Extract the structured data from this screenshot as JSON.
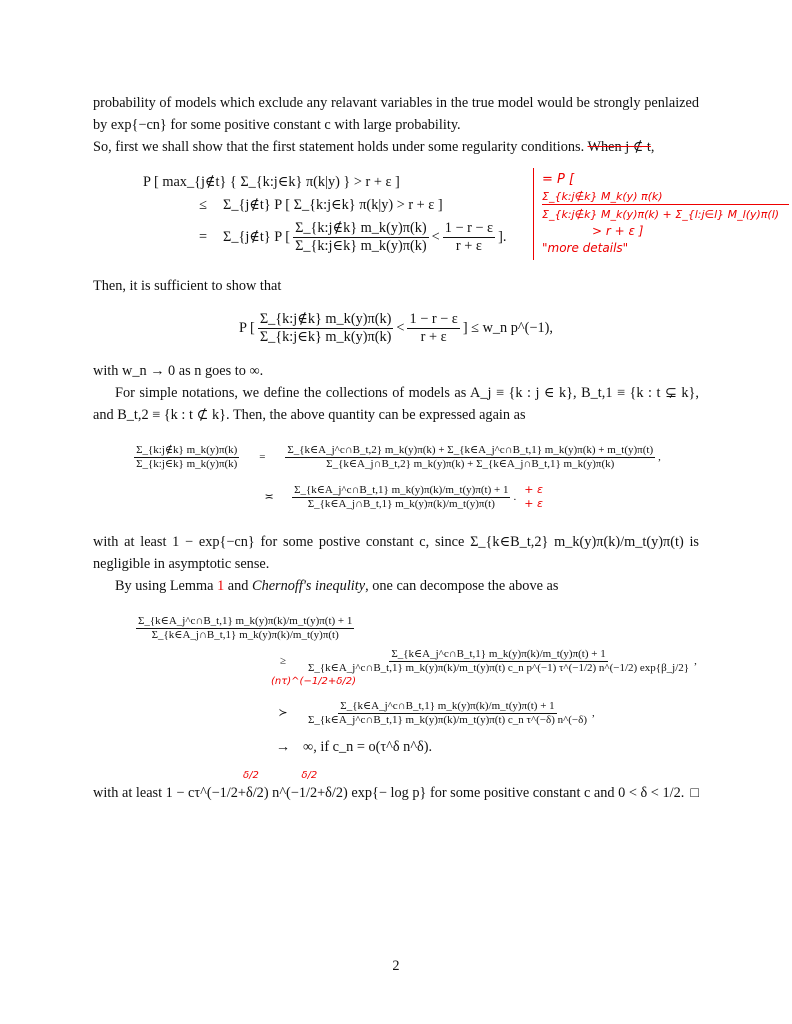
{
  "paragraphs": {
    "p1_line1": "probability of models which exclude any relavant variables in the true model would be strongly",
    "p1_line2": "penlaized by exp{−cn} for some positive constant c with large probability.",
    "p2_line1_a": "So, first we shall show that the first statement holds under some regularity conditions.",
    "p2_line1_strike": "When j ∉ t",
    "p2_line1_end": ",",
    "p3": "Then, it is sufficient to show that",
    "p4": "with w_n → 0 as n goes to ∞.",
    "p5_line1": "For simple notations, we define the collections of models as A_j ≡ {k : j ∈ k}, B_t,1 ≡ {k : t ⊊ k},",
    "p5_line2": "and B_t,2 ≡ {k : t ⊄ k}. Then, the above quantity can be expressed again as",
    "p6_line1": "with at least 1 − exp{−cn} for some postive constant c, since Σ_{k∈B_t,2} m_k(y)π(k)/m_t(y)π(t) is negligible in",
    "p6_line2": "asymptotic sense.",
    "p7_a": "By using Lemma",
    "p7_ref": "1",
    "p7_b": "and",
    "p7_em": "Chernoff's inequlity",
    "p7_c": ", one can decompose the above as",
    "p8": "with at least 1 − cτ^(−1/2+δ/2) n^(−1/2+δ/2) exp{− log p} for some positive constant c and 0 < δ < 1/2.",
    "qed": "□"
  },
  "equations": {
    "eq1_lhs": "P [ max_{j∉t} { Σ_{k:j∈k} π(k|y) } > r + ε ]",
    "eq1_rel": "≤",
    "eq1_rhs": "Σ_{j∉t} P [ Σ_{k:j∈k} π(k|y) > r + ε ]",
    "eq2_rel": "=",
    "eq2_rhs_pre": "Σ_{j∉t} P [",
    "eq2_num": "Σ_{k:j∉k} m_k(y)π(k)",
    "eq2_den": "Σ_{k:j∈k} m_k(y)π(k)",
    "eq2_lt": "<",
    "eq2_fnum": "1 − r − ε",
    "eq2_fden": "r + ε",
    "eq2_post": "].",
    "eq3_pre": "P [",
    "eq3_num": "Σ_{k:j∉k} m_k(y)π(k)",
    "eq3_den": "Σ_{k:j∈k} m_k(y)π(k)",
    "eq3_lt": "<",
    "eq3_fnum": "1 − r − ε",
    "eq3_fden": "r + ε",
    "eq3_post": "] ≤ w_n p^(−1),",
    "eq4_lhs_num": "Σ_{k:j∉k} m_k(y)π(k)",
    "eq4_lhs_den": "Σ_{k:j∈k} m_k(y)π(k)",
    "eq4_rel": "=",
    "eq4_num": "Σ_{k∈A_j^c∩B_t,2} m_k(y)π(k) + Σ_{k∈A_j^c∩B_t,1} m_k(y)π(k) + m_t(y)π(t)",
    "eq4_den": "Σ_{k∈A_j∩B_t,2} m_k(y)π(k) + Σ_{k∈A_j∩B_t,1} m_k(y)π(k)",
    "eq4_post": ",",
    "eq5_rel": "≍",
    "eq5_num": "Σ_{k∈A_j^c∩B_t,1} m_k(y)π(k)/m_t(y)π(t) + 1",
    "eq5_den": "Σ_{k∈A_j∩B_t,1} m_k(y)π(k)/m_t(y)π(t)",
    "eq5_post": ".",
    "eq6_lhs_num": "Σ_{k∈A_j^c∩B_t,1} m_k(y)π(k)/m_t(y)π(t) + 1",
    "eq6_lhs_den": "Σ_{k∈A_j∩B_t,1} m_k(y)π(k)/m_t(y)π(t)",
    "eq6_rel": "≥",
    "eq6_num": "Σ_{k∈A_j^c∩B_t,1} m_k(y)π(k)/m_t(y)π(t) + 1",
    "eq6_den": "Σ_{k∈A_j^c∩B_t,1} m_k(y)π(k)/m_t(y)π(t) c_n p^(−1) τ^(−1/2) n^(−1/2) exp{β_j/2}",
    "eq6_post": ",",
    "eq7_rel": "≻",
    "eq7_num": "Σ_{k∈A_j^c∩B_t,1} m_k(y)π(k)/m_t(y)π(t) + 1",
    "eq7_den": "Σ_{k∈A_j^c∩B_t,1} m_k(y)π(k)/m_t(y)π(t) c_n τ^(−δ) n^(−δ)",
    "eq7_post": ",",
    "eq8_rel": "→",
    "eq8_rhs": "∞,  if  c_n = o(τ^δ n^δ)."
  },
  "annotations": {
    "big_eq": "= P [",
    "hand_num": "Σ_{k:j∉k} M_k(y) π(k)",
    "hand_den": "Σ_{k:j∉k} M_k(y)π(k) + Σ_{l:j∈l} M_l(y)π(l)",
    "hand_gt": "> r + ε ]",
    "more_details": "\"more details\"",
    "plus_eps_1": "+ ε",
    "plus_eps_2": "+ ε",
    "ntau": "(nτ)^(−1/2+δ/2)",
    "delta_half_1": "δ/2",
    "delta_half_2": "δ/2"
  },
  "page_number": "2",
  "colors": {
    "annotation": "#e00000",
    "text": "#111111"
  }
}
